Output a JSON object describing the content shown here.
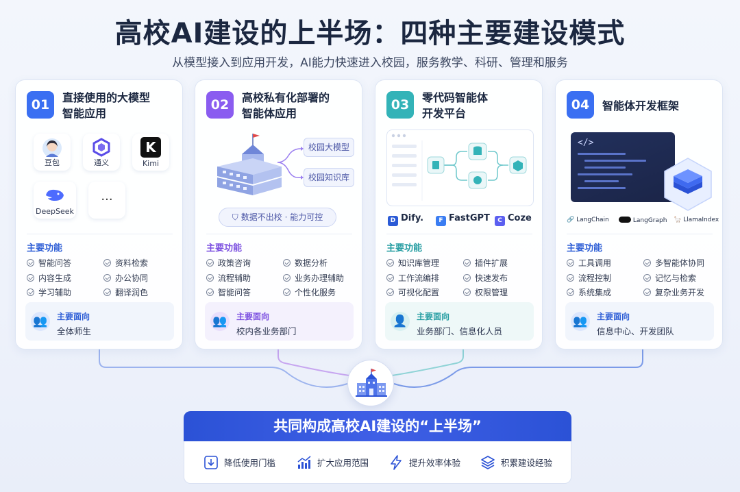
{
  "title": "高校AI建设的上半场：四种主要建设模式",
  "subtitle": "从模型接入到应用开发，AI能力快速进入校园，服务教学、科研、管理和服务",
  "colors": {
    "blue": "#3a6ff2",
    "purple": "#8a5cf0",
    "teal": "#33b3b8",
    "navy": "#2b52d6"
  },
  "features_heading": "主要功能",
  "audience_heading": "主要面向",
  "cards": [
    {
      "number": "01",
      "title_line1": "直接使用的大模型",
      "title_line2": "智能应用",
      "apps": [
        "豆包",
        "通义",
        "Kimi",
        "DeepSeek",
        "···"
      ],
      "features": [
        "智能问答",
        "资料检索",
        "内容生成",
        "办公协同",
        "学习辅助",
        "翻译润色"
      ],
      "audience": "全体师生"
    },
    {
      "number": "02",
      "title_line1": "高校私有化部署的",
      "title_line2": "智能体应用",
      "labels": [
        "校园大模型",
        "校园知识库",
        "数据不出校 · 能力可控"
      ],
      "features": [
        "政策咨询",
        "数据分析",
        "流程辅助",
        "业务办理辅助",
        "智能问答",
        "个性化服务"
      ],
      "audience": "校内各业务部门"
    },
    {
      "number": "03",
      "title_line1": "零代码智能体",
      "title_line2": "开发平台",
      "platforms": [
        "Dify.",
        "FastGPT",
        "Coze"
      ],
      "features": [
        "知识库管理",
        "插件扩展",
        "工作流编排",
        "快速发布",
        "可视化配置",
        "权限管理"
      ],
      "audience": "业务部门、信息化人员"
    },
    {
      "number": "04",
      "title_line1": "智能体开发框架",
      "code_tag": "</>",
      "frameworks": [
        "LangChain",
        "LangGraph",
        "LlamaIndex"
      ],
      "features": [
        "工具调用",
        "多智能体协同",
        "流程控制",
        "记忆与检索",
        "系统集成",
        "复杂业务开发"
      ],
      "audience": "信息中心、开发团队"
    }
  ],
  "banner": "共同构成高校AI建设的“上半场”",
  "benefits": [
    "降低使用门槛",
    "扩大应用范围",
    "提升效率体验",
    "积累建设经验"
  ]
}
